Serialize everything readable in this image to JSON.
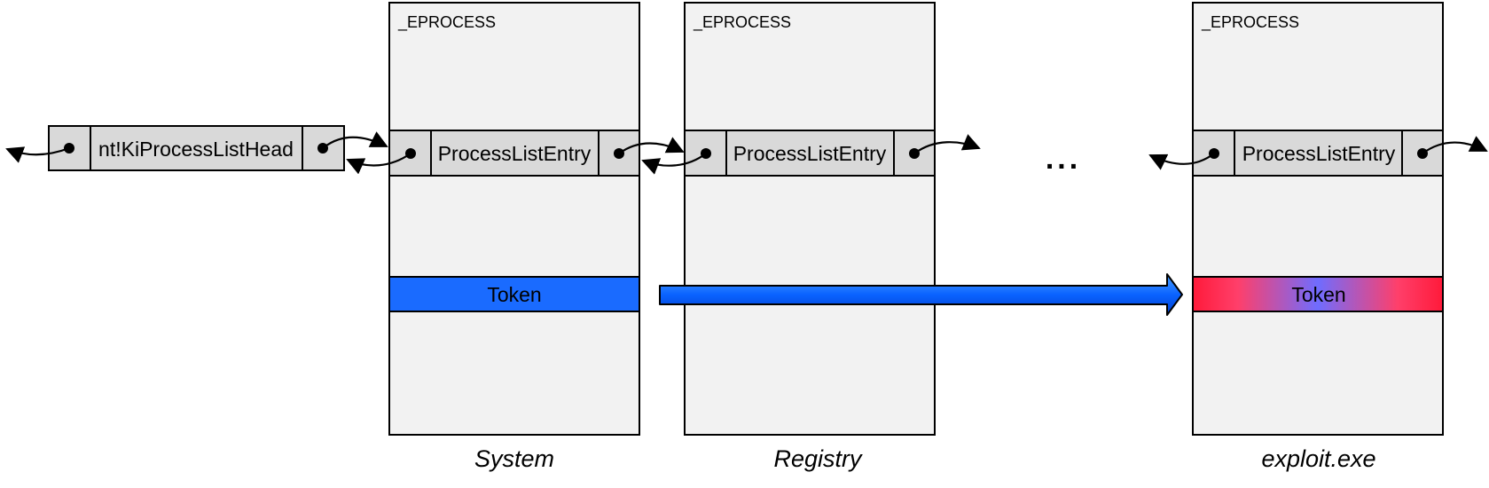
{
  "list_head": {
    "label": "nt!KiProcessListHead"
  },
  "processes": [
    {
      "struct_label": "_EPROCESS",
      "entry_label": "ProcessListEntry",
      "token_label": "Token",
      "caption": "System"
    },
    {
      "struct_label": "_EPROCESS",
      "entry_label": "ProcessListEntry",
      "token_label": "",
      "caption": "Registry"
    },
    {
      "struct_label": "_EPROCESS",
      "entry_label": "ProcessListEntry",
      "token_label": "Token",
      "caption": "exploit.exe"
    }
  ],
  "ellipsis": "...",
  "colors": {
    "box_fill": "#f2f2f2",
    "field_fill": "#d9d9d9",
    "token_blue": "#1a6bff",
    "token_red": "#ff1a3a",
    "token_violet": "#7a6bff",
    "outline": "#000000"
  }
}
